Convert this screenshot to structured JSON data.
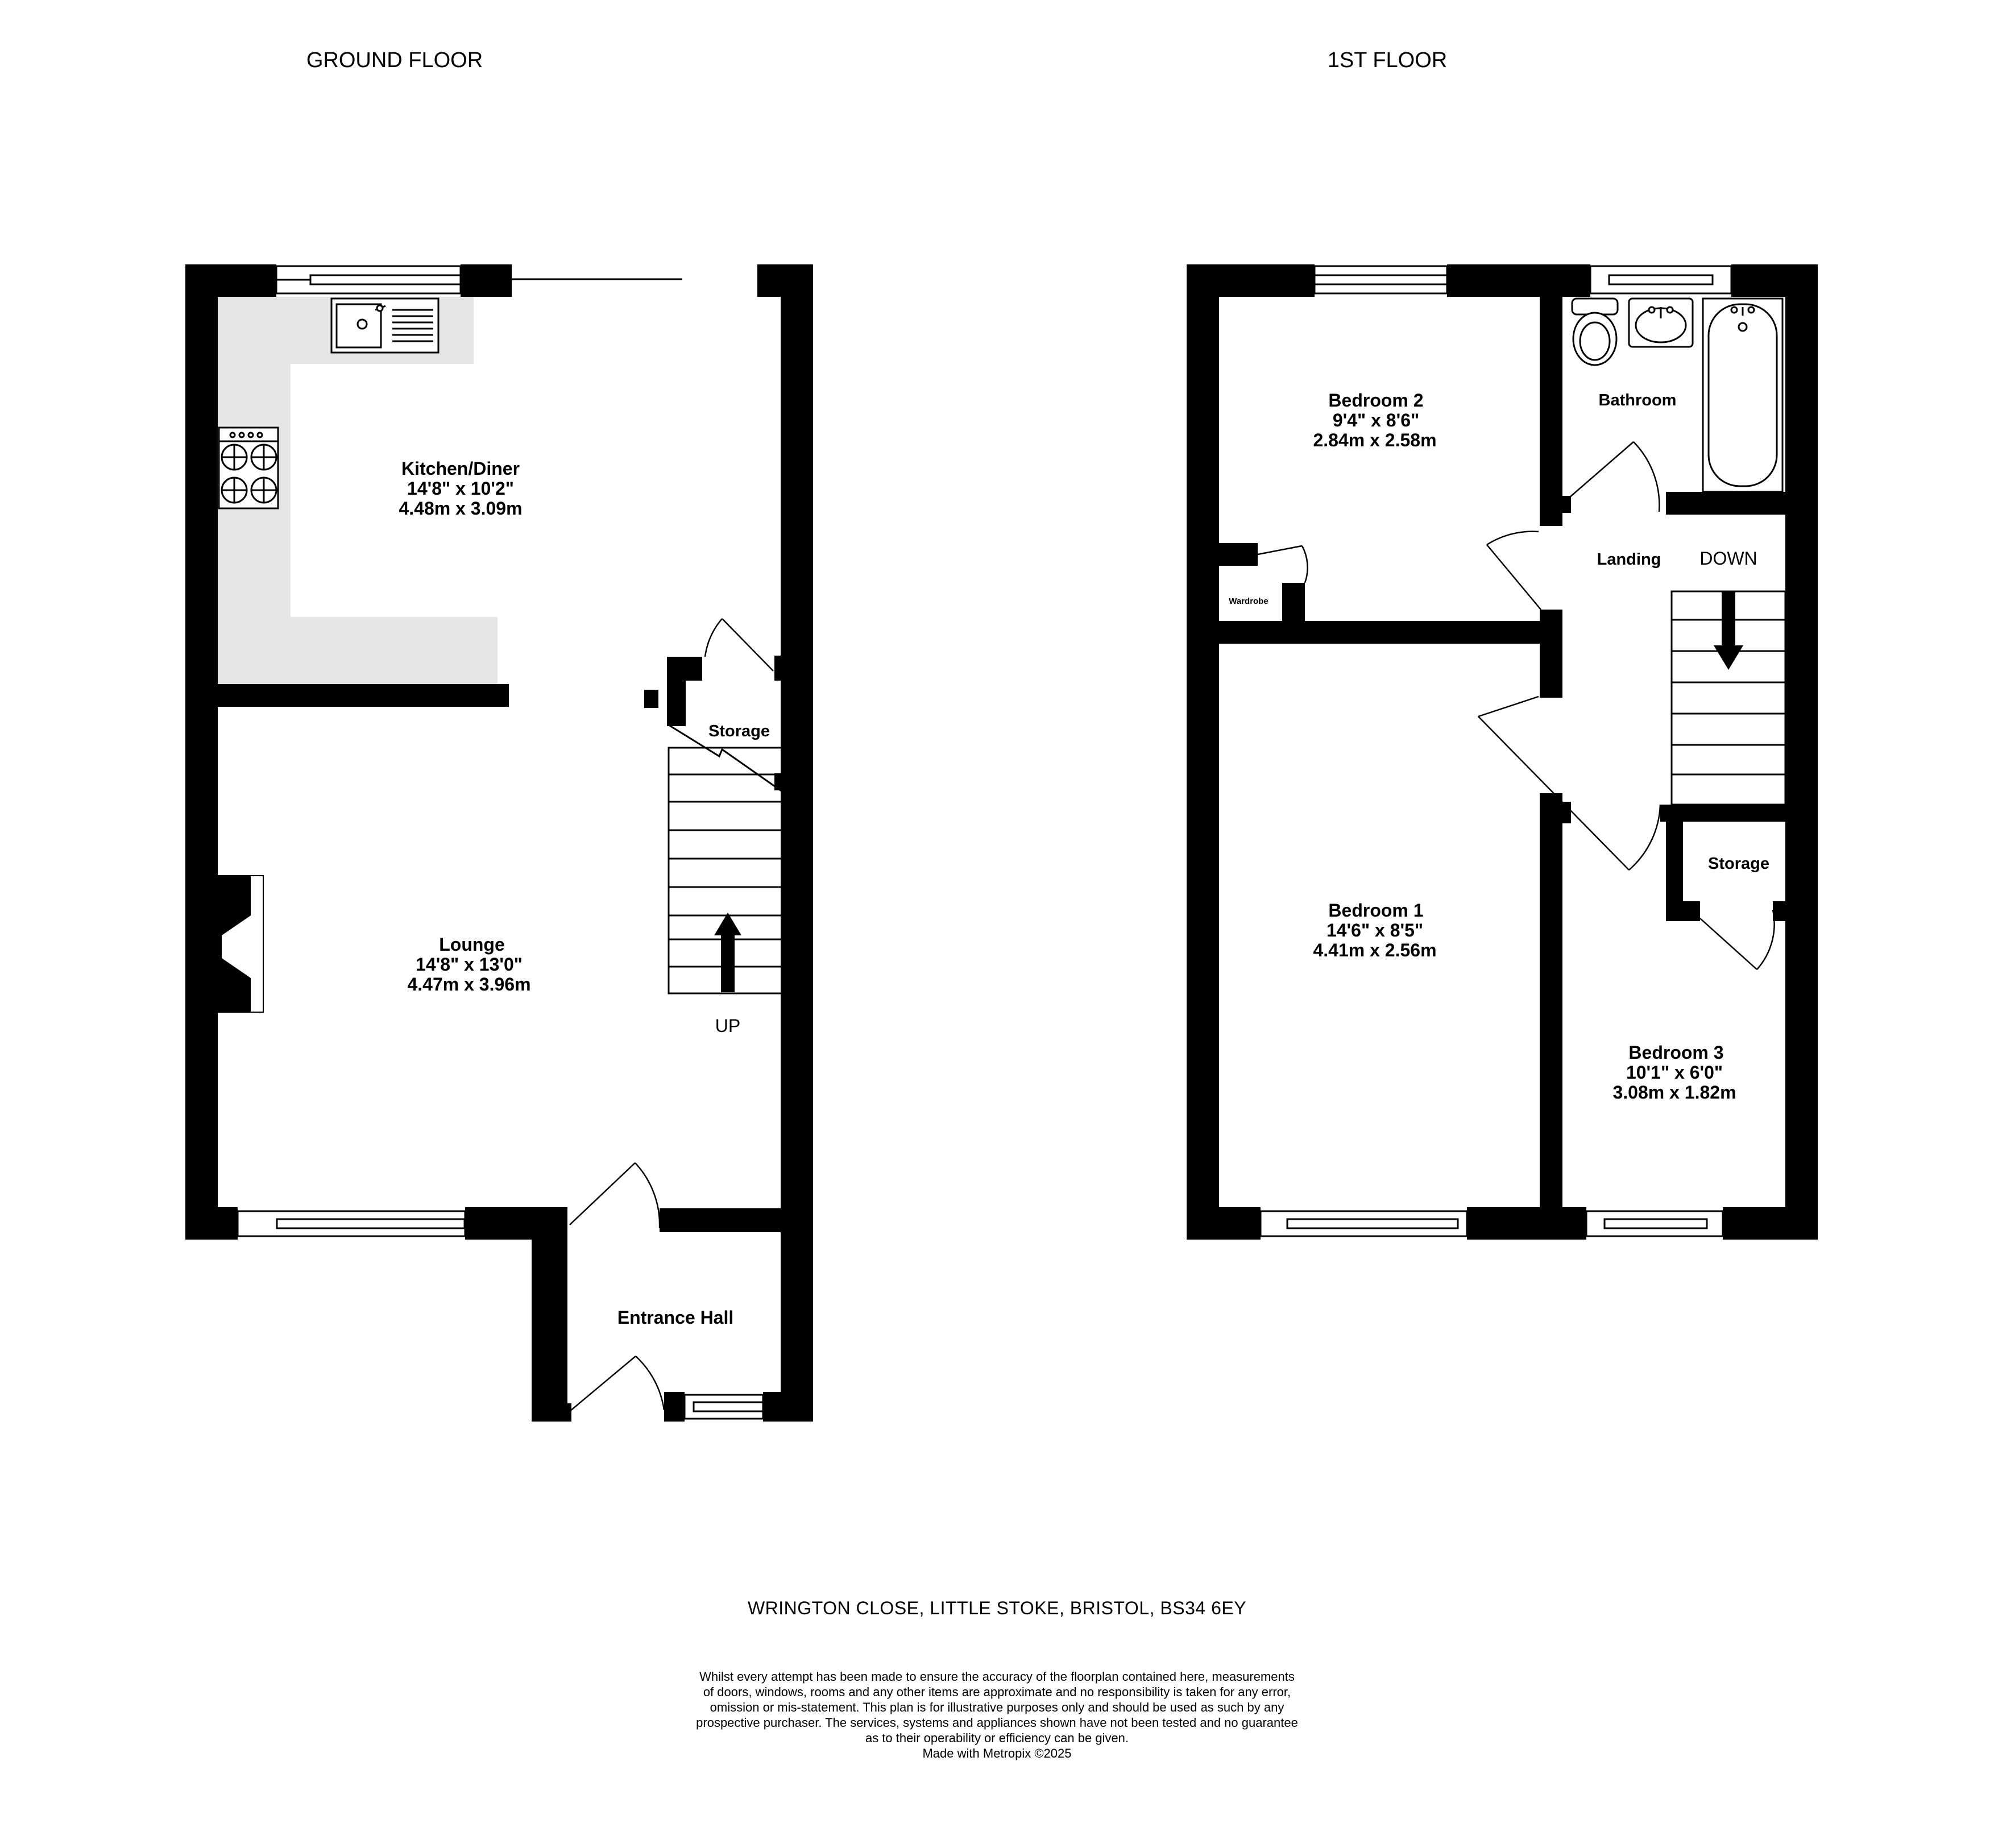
{
  "floors": {
    "ground": {
      "title": "GROUND FLOOR",
      "kitchen": {
        "name": "Kitchen/Diner",
        "imperial": "14'8\"  x 10'2\"",
        "metric": "4.48m  x 3.09m"
      },
      "lounge": {
        "name": "Lounge",
        "imperial": "14'8\"  x 13'0\"",
        "metric": "4.47m  x 3.96m"
      },
      "storage": {
        "name": "Storage"
      },
      "entrance_hall": {
        "name": "Entrance Hall"
      },
      "stairs_label": "UP"
    },
    "first": {
      "title": "1ST FLOOR",
      "bedroom2": {
        "name": "Bedroom 2",
        "imperial": "9'4\"  x 8'6\"",
        "metric": "2.84m  x 2.58m"
      },
      "bathroom": {
        "name": "Bathroom"
      },
      "landing": {
        "name": "Landing"
      },
      "stairs_label": "DOWN",
      "wardrobe": {
        "name": "Wardrobe"
      },
      "bedroom1": {
        "name": "Bedroom 1",
        "imperial": "14'6\"  x 8'5\"",
        "metric": "4.41m  x 2.56m"
      },
      "storage": {
        "name": "Storage"
      },
      "bedroom3": {
        "name": "Bedroom 3",
        "imperial": "10'1\"  x 6'0\"",
        "metric": "3.08m  x 1.82m"
      }
    }
  },
  "address": "WRINGTON CLOSE, LITTLE STOKE, BRISTOL, BS34 6EY",
  "disclaimer_lines": [
    "Whilst every attempt has been made to ensure the accuracy of the floorplan contained here, measurements",
    "of doors, windows, rooms and any other items are approximate and no responsibility is taken for any error,",
    "omission or mis-statement. This plan is for illustrative purposes only and should be used as such by any",
    "prospective purchaser. The services, systems and appliances shown have not been tested and no guarantee",
    "as to their operability or efficiency can be given.",
    "Made with Metropix ©2025"
  ],
  "colors": {
    "wall": "#000000",
    "worktop": "#e6e6e6",
    "background": "#ffffff",
    "line": "#000000"
  }
}
